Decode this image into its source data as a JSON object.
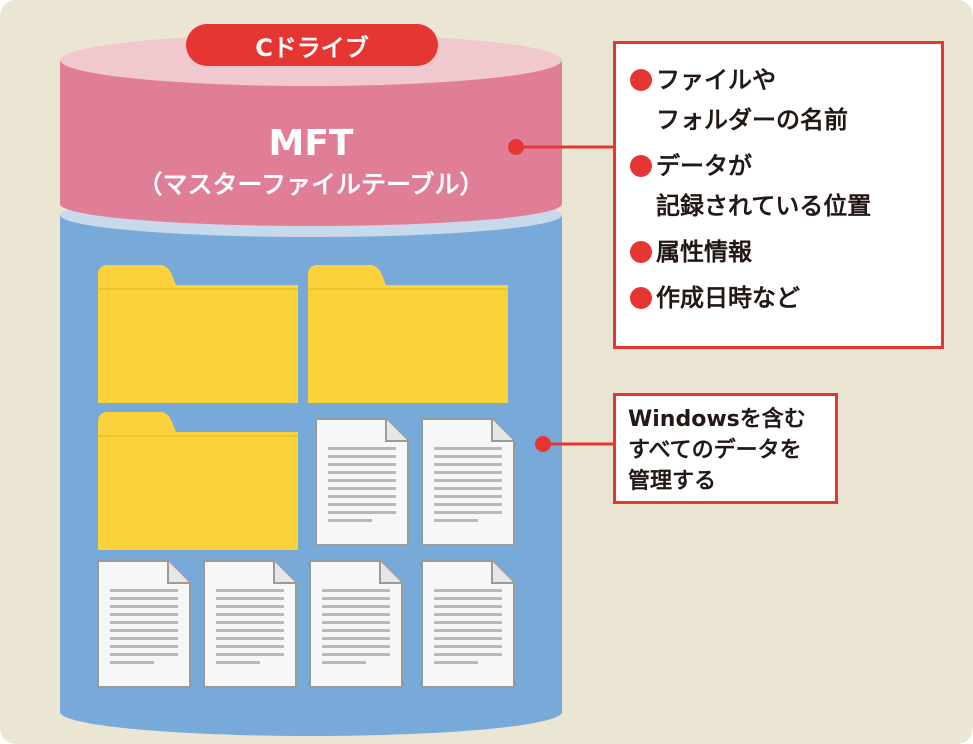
{
  "drive": {
    "label": "Cドライブ",
    "mft_title": "MFT",
    "mft_subtitle": "（マスターファイルテーブル）"
  },
  "mft_info": {
    "items": [
      {
        "text": "ファイルや\nフォルダーの名前"
      },
      {
        "text": "データが\n記録されている位置"
      },
      {
        "text": "属性情報"
      },
      {
        "text": "作成日時など"
      }
    ]
  },
  "data_info": {
    "text": "Windowsを含む\nすべてのデータを\n管理する"
  },
  "contents": {
    "folder_icon": "folder-icon",
    "document_icon": "document-icon",
    "folder_count": 3,
    "document_count": 6
  },
  "colors": {
    "background": "#ebe5d4",
    "accent_red": "#e53633",
    "mft_pink": "#e07e98",
    "mft_top": "#f2c8cf",
    "drive_blue": "#77aad8",
    "folder_yellow": "#fcd23c"
  }
}
